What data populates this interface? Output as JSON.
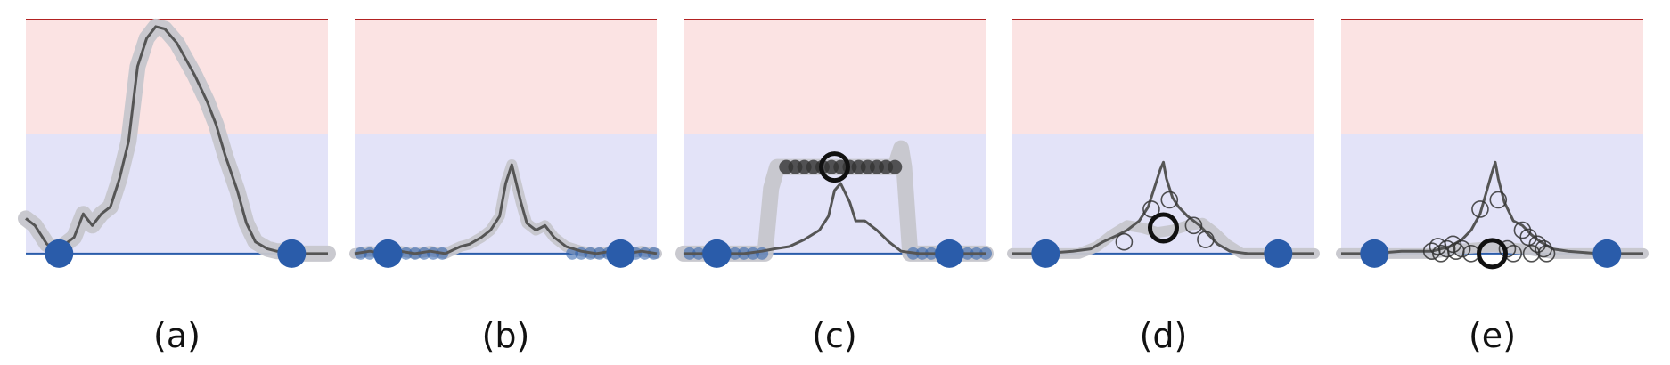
{
  "figure": {
    "background": "#ffffff",
    "colors": {
      "upper_band": "#fbe3e3",
      "lower_band": "#e3e3f8",
      "upper_line": "#b22222",
      "lower_line": "#2a5caa",
      "curve": "#555555",
      "halo": "#c6c6cc",
      "endpoint": "#2a5caa",
      "marker": "#111111"
    }
  },
  "chart_data": [
    {
      "type": "line",
      "label": "(a)",
      "ylim": [
        -0.05,
        1.0
      ],
      "bands": [
        {
          "from": 0.0,
          "to": 0.51
        },
        {
          "from": 0.51,
          "to": 1.0
        }
      ],
      "x": [
        0,
        0.03,
        0.07,
        0.1,
        0.13,
        0.16,
        0.19,
        0.22,
        0.25,
        0.28,
        0.31,
        0.34,
        0.37,
        0.4,
        0.43,
        0.46,
        0.5,
        0.53,
        0.56,
        0.6,
        0.63,
        0.66,
        0.7,
        0.73,
        0.76,
        0.8,
        0.83,
        0.86,
        0.9,
        0.93,
        1.0
      ],
      "y": [
        0.15,
        0.12,
        0.04,
        0.02,
        0.04,
        0.07,
        0.17,
        0.12,
        0.17,
        0.2,
        0.32,
        0.48,
        0.8,
        0.92,
        0.97,
        0.96,
        0.9,
        0.83,
        0.76,
        0.65,
        0.55,
        0.42,
        0.27,
        0.13,
        0.05,
        0.02,
        0.01,
        0.01,
        0.0,
        0.0,
        0.0
      ],
      "halo_width": 18,
      "endpoints": [
        0.11,
        0.88
      ]
    },
    {
      "type": "line",
      "label": "(b)",
      "ylim": [
        -0.05,
        1.0
      ],
      "bands": [
        {
          "from": 0.0,
          "to": 0.51
        },
        {
          "from": 0.51,
          "to": 1.0
        }
      ],
      "x": [
        0,
        0.05,
        0.1,
        0.15,
        0.2,
        0.25,
        0.3,
        0.35,
        0.38,
        0.42,
        0.45,
        0.48,
        0.5,
        0.52,
        0.55,
        0.57,
        0.6,
        0.63,
        0.66,
        0.7,
        0.75,
        0.8,
        0.85,
        0.9,
        0.95,
        1.0
      ],
      "y": [
        0.0,
        0.01,
        0.0,
        0.01,
        0.0,
        0.01,
        0.0,
        0.03,
        0.04,
        0.07,
        0.1,
        0.16,
        0.3,
        0.38,
        0.22,
        0.13,
        0.1,
        0.12,
        0.07,
        0.03,
        0.01,
        0.0,
        0.01,
        0.0,
        0.01,
        0.0
      ],
      "halo_width": 12,
      "endpoints": [
        0.11,
        0.88
      ],
      "dots": [
        0.02,
        0.05,
        0.08,
        0.11,
        0.14,
        0.17,
        0.2,
        0.23,
        0.26,
        0.29,
        0.72,
        0.75,
        0.78,
        0.81,
        0.84,
        0.87,
        0.9,
        0.93,
        0.96,
        0.99
      ]
    },
    {
      "type": "line",
      "label": "(c)",
      "ylim": [
        -0.05,
        1.0
      ],
      "bands": [
        {
          "from": 0.0,
          "to": 0.51
        },
        {
          "from": 0.51,
          "to": 1.0
        }
      ],
      "x": [
        0,
        0.1,
        0.2,
        0.26,
        0.3,
        0.35,
        0.4,
        0.45,
        0.48,
        0.5,
        0.52,
        0.55,
        0.57,
        0.6,
        0.64,
        0.68,
        0.72,
        0.78,
        0.85,
        1.0
      ],
      "y": [
        0.0,
        0.0,
        0.0,
        0.01,
        0.02,
        0.03,
        0.06,
        0.1,
        0.16,
        0.27,
        0.3,
        0.22,
        0.14,
        0.14,
        0.1,
        0.05,
        0.01,
        0.0,
        0.0,
        0.0
      ],
      "halo": {
        "x": [
          0,
          0.27,
          0.29,
          0.31,
          0.7,
          0.72,
          0.73,
          0.75,
          1.0
        ],
        "y": [
          0.0,
          0.0,
          0.28,
          0.37,
          0.37,
          0.45,
          0.37,
          0.0,
          0.0
        ],
        "width": 18
      },
      "endpoints": [
        0.11,
        0.88
      ],
      "dots": [
        0.02,
        0.05,
        0.08,
        0.11,
        0.14,
        0.17,
        0.2,
        0.23,
        0.26,
        0.76,
        0.79,
        0.82,
        0.85,
        0.88,
        0.91,
        0.94,
        0.97,
        1.0
      ],
      "marker_row": {
        "y": 0.37,
        "x": [
          0.34,
          0.37,
          0.4,
          0.43,
          0.46,
          0.49,
          0.52,
          0.55,
          0.58,
          0.61,
          0.64,
          0.67,
          0.7
        ]
      },
      "highlight": {
        "x": 0.5,
        "y": 0.37
      }
    },
    {
      "type": "line",
      "label": "(d)",
      "ylim": [
        -0.05,
        1.0
      ],
      "bands": [
        {
          "from": 0.0,
          "to": 0.51
        },
        {
          "from": 0.51,
          "to": 1.0
        }
      ],
      "x": [
        0,
        0.1,
        0.2,
        0.26,
        0.3,
        0.35,
        0.38,
        0.42,
        0.45,
        0.47,
        0.49,
        0.5,
        0.51,
        0.53,
        0.55,
        0.58,
        0.6,
        0.62,
        0.65,
        0.68,
        0.72,
        0.78,
        0.85,
        1.0
      ],
      "y": [
        0.0,
        0.0,
        0.01,
        0.02,
        0.05,
        0.08,
        0.1,
        0.14,
        0.2,
        0.28,
        0.36,
        0.39,
        0.32,
        0.24,
        0.2,
        0.16,
        0.14,
        0.12,
        0.08,
        0.04,
        0.01,
        0.0,
        0.0,
        0.0
      ],
      "halo": {
        "x": [
          0,
          0.22,
          0.28,
          0.33,
          0.38,
          0.43,
          0.48,
          0.53,
          0.58,
          0.63,
          0.67,
          0.71,
          0.76,
          0.85,
          1.0
        ],
        "y": [
          0.0,
          0.0,
          0.03,
          0.08,
          0.12,
          0.11,
          0.09,
          0.1,
          0.12,
          0.13,
          0.09,
          0.04,
          0.0,
          0.0,
          0.0
        ],
        "width": 12
      },
      "endpoints": [
        0.11,
        0.88
      ],
      "open_circles": [
        {
          "x": 0.37,
          "y": 0.05
        },
        {
          "x": 0.46,
          "y": 0.19
        },
        {
          "x": 0.52,
          "y": 0.23
        },
        {
          "x": 0.6,
          "y": 0.12
        },
        {
          "x": 0.64,
          "y": 0.06
        }
      ],
      "highlight": {
        "x": 0.5,
        "y": 0.11
      }
    },
    {
      "type": "line",
      "label": "(e)",
      "ylim": [
        -0.05,
        1.0
      ],
      "bands": [
        {
          "from": 0.0,
          "to": 0.51
        },
        {
          "from": 0.51,
          "to": 1.0
        }
      ],
      "x": [
        0,
        0.1,
        0.2,
        0.3,
        0.36,
        0.4,
        0.43,
        0.46,
        0.48,
        0.5,
        0.51,
        0.52,
        0.54,
        0.57,
        0.6,
        0.63,
        0.66,
        0.7,
        0.75,
        0.85,
        1.0
      ],
      "y": [
        0.0,
        0.0,
        0.01,
        0.01,
        0.03,
        0.06,
        0.1,
        0.17,
        0.26,
        0.35,
        0.39,
        0.32,
        0.22,
        0.14,
        0.12,
        0.08,
        0.05,
        0.02,
        0.01,
        0.0,
        0.0
      ],
      "halo": {
        "x": [
          0,
          0.3,
          0.4,
          0.5,
          0.6,
          0.7,
          1.0
        ],
        "y": [
          0.0,
          0.0,
          0.02,
          0.03,
          0.02,
          0.0,
          0.0
        ],
        "width": 12
      },
      "endpoints": [
        0.11,
        0.88
      ],
      "open_circles": [
        {
          "x": 0.3,
          "y": 0.01
        },
        {
          "x": 0.32,
          "y": 0.03
        },
        {
          "x": 0.33,
          "y": 0.0
        },
        {
          "x": 0.35,
          "y": 0.02
        },
        {
          "x": 0.37,
          "y": 0.04
        },
        {
          "x": 0.38,
          "y": 0.01
        },
        {
          "x": 0.4,
          "y": 0.02
        },
        {
          "x": 0.43,
          "y": 0.0
        },
        {
          "x": 0.46,
          "y": 0.19
        },
        {
          "x": 0.52,
          "y": 0.23
        },
        {
          "x": 0.55,
          "y": 0.02
        },
        {
          "x": 0.57,
          "y": 0.0
        },
        {
          "x": 0.6,
          "y": 0.1
        },
        {
          "x": 0.62,
          "y": 0.07
        },
        {
          "x": 0.63,
          "y": 0.0
        },
        {
          "x": 0.65,
          "y": 0.04
        },
        {
          "x": 0.67,
          "y": 0.02
        },
        {
          "x": 0.68,
          "y": 0.0
        }
      ],
      "highlight": {
        "x": 0.5,
        "y": 0.0
      }
    }
  ]
}
